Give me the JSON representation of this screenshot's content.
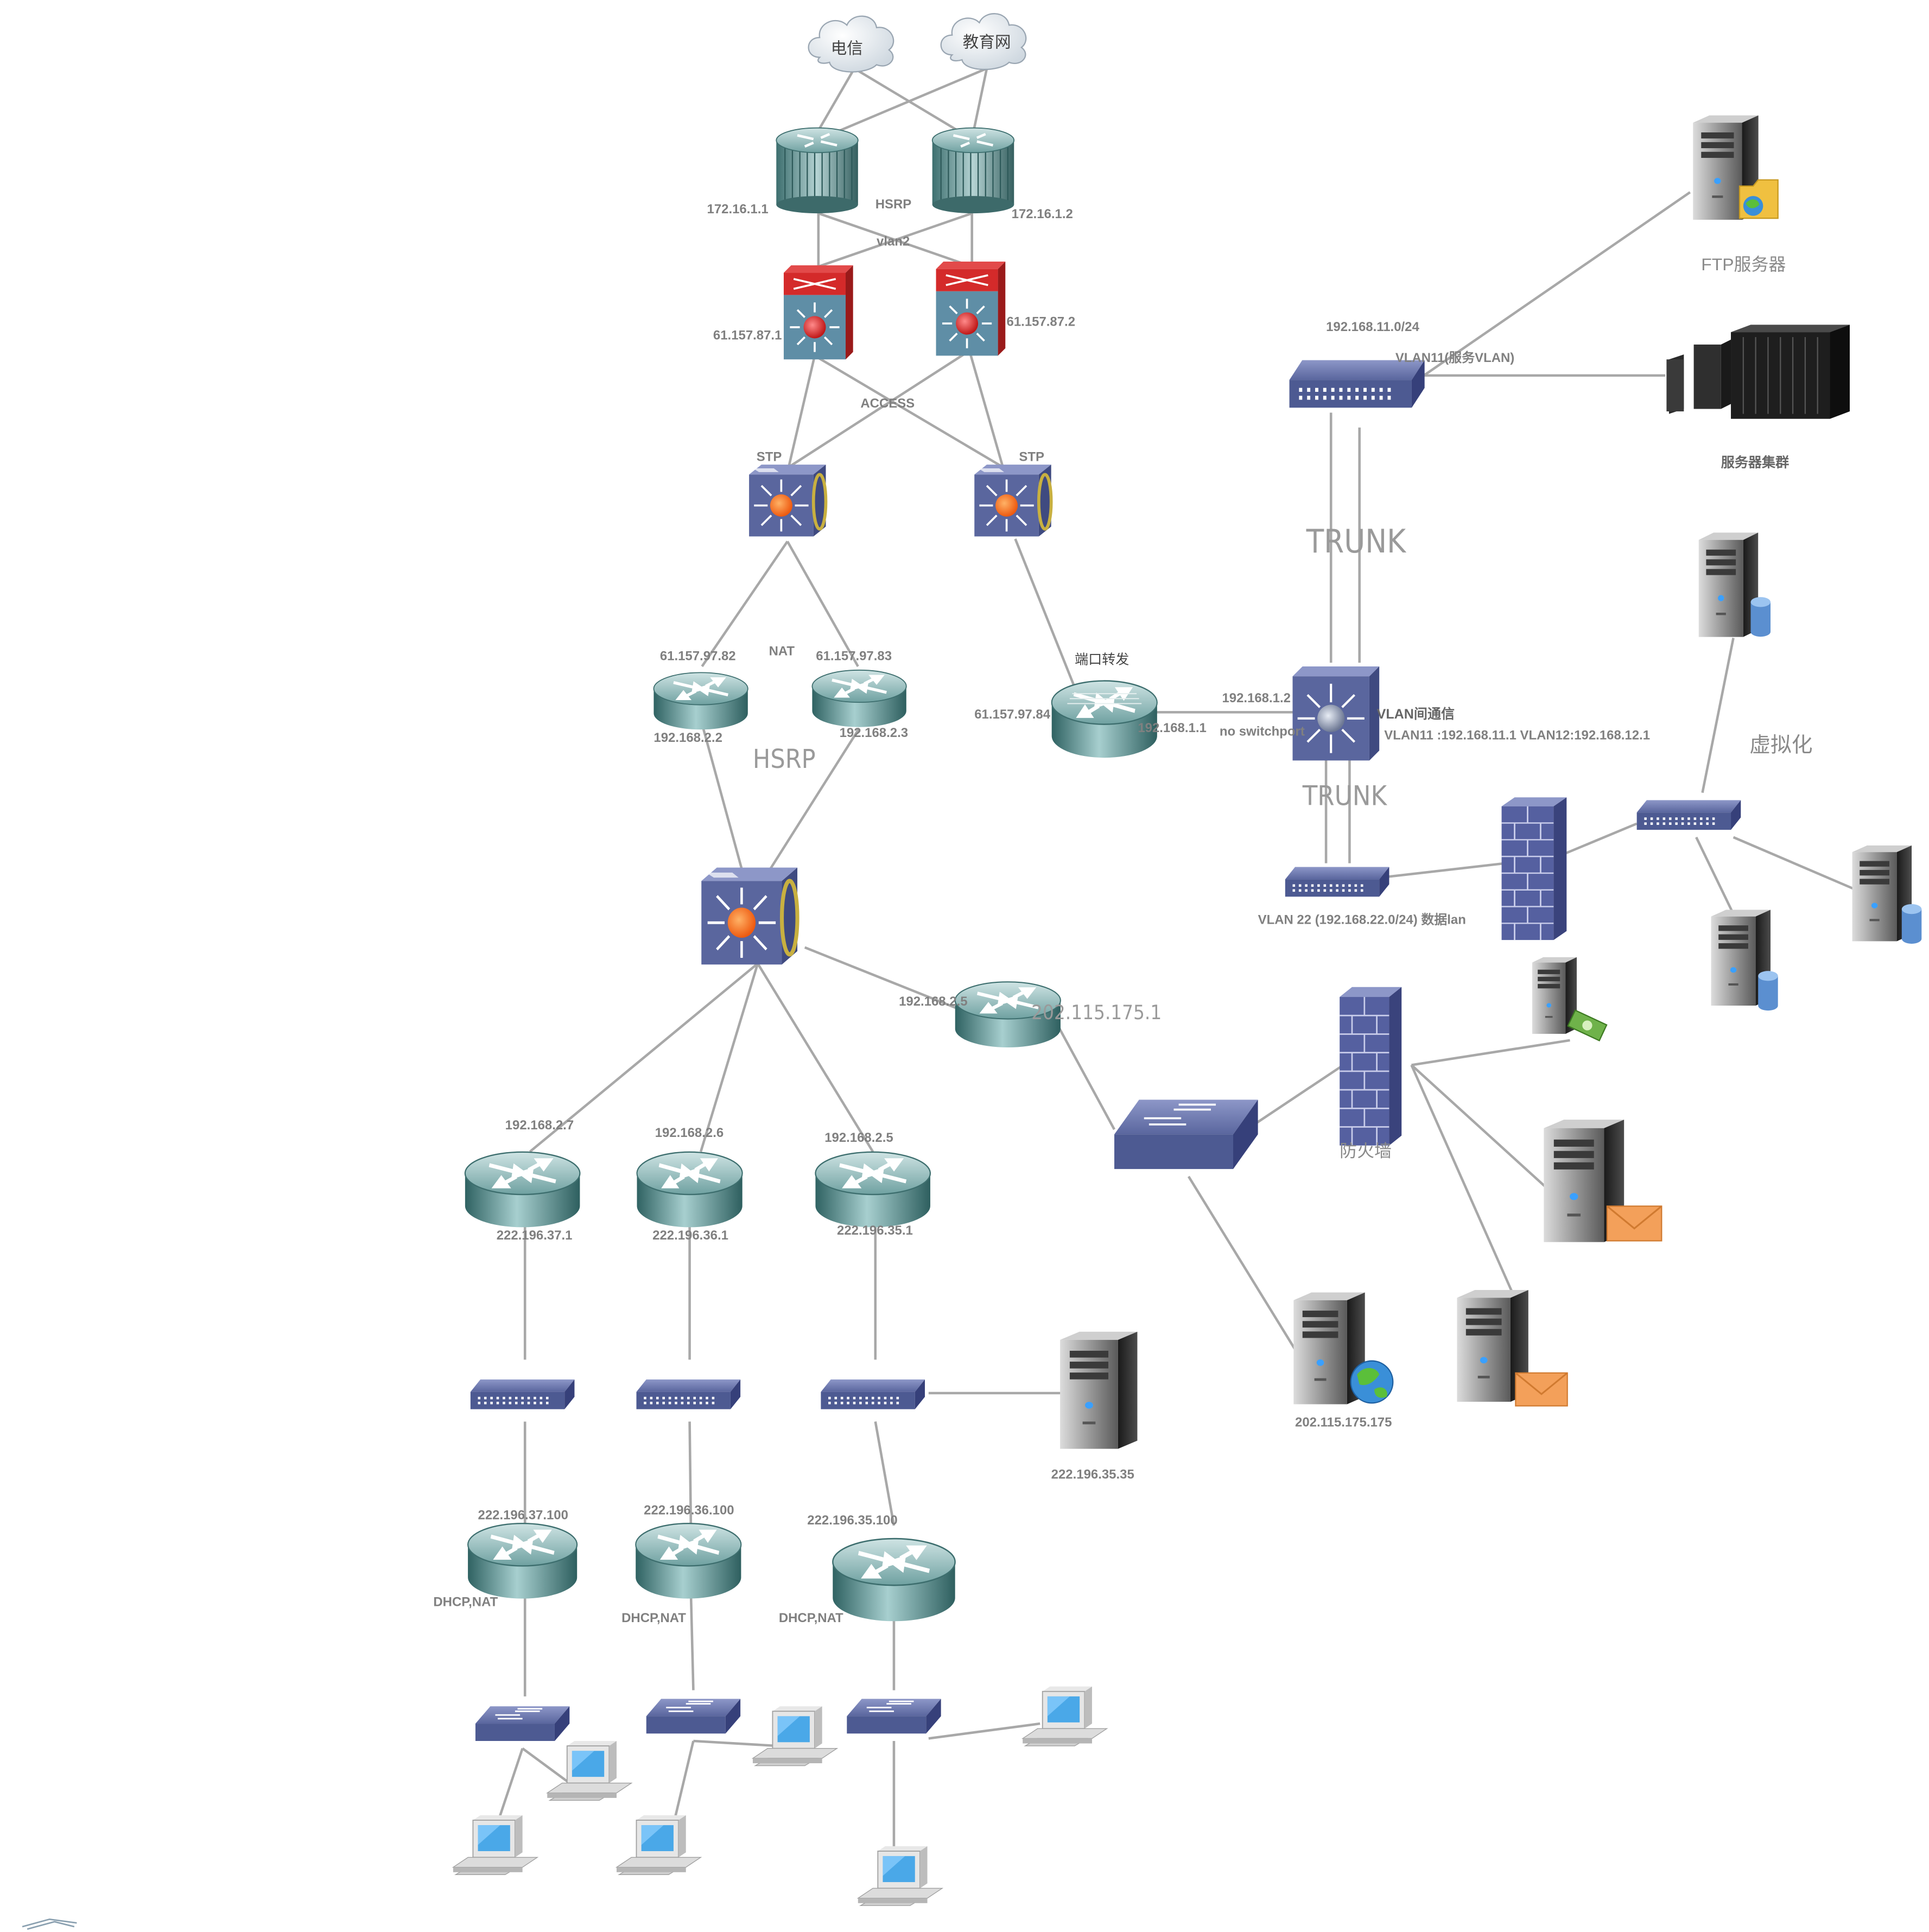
{
  "clouds": {
    "telecom": "电信",
    "edu": "教育网"
  },
  "labels": {
    "r_core1_ip": "172.16.1.1",
    "r_core2_ip": "172.16.1.2",
    "hsrp_top": "HSRP",
    "vlan2": "vlan2",
    "l3_left_ip": "61.157.87.1",
    "l3_right_ip": "61.157.87.2",
    "access": "ACCESS",
    "stp_left": "STP",
    "stp_right": "STP",
    "nat_left_ip_top": "61.157.97.82",
    "nat": "NAT",
    "nat_right_ip_top": "61.157.97.83",
    "nat_left_ip_bottom": "192.168.2.2",
    "hsrp_mid": "HSRP",
    "nat_right_ip_bottom": "192.168.2.3",
    "port_forward": "端口转发",
    "pf_ip_left": "61.157.97.84",
    "pf_ip_right": "192.168.1.1",
    "l3sw_ip": "192.168.1.2",
    "no_switchport": "no switchport",
    "vlan_comm": "VLAN间通信",
    "vlan_ips": "VLAN11 :192.168.11.1 VLAN12:192.168.12.1",
    "trunk_top": "TRUNK",
    "trunk_bottom": "TRUNK",
    "server_vlan_subnet": "192.168.11.0/24",
    "server_vlan": "VLAN11(服务VLAN)",
    "ftp_server": "FTP服务器",
    "server_cluster": "服务器集群",
    "virtualization": "虚拟化",
    "data_vlan": "VLAN 22 (192.168.22.0/24) 数据lan",
    "dmz_router_ip_left": "192.168.2.5",
    "dmz_router_ip_right": "202.115.175.1",
    "firewall": "防火墙",
    "web_server_ip": "202.115.175.175",
    "br1_top": "192.168.2.7",
    "br2_top": "192.168.2.6",
    "br3_top": "192.168.2.5",
    "br1_bottom": "222.196.37.1",
    "br2_bottom": "222.196.36.1",
    "br3_bottom": "222.196.35.1",
    "branch_server_ip": "222.196.35.35",
    "lr1_ip": "222.196.37.100",
    "lr2_ip": "222.196.36.100",
    "lr3_ip": "222.196.35.100",
    "dhcp1": "DHCP,NAT",
    "dhcp2": "DHCP,NAT",
    "dhcp3": "DHCP,NAT"
  },
  "colors": {
    "router_teal": "#5f9a9a",
    "switch_blue": "#5a6a9e",
    "l3_red": "#d42a2a",
    "firewall_blue": "#5560a0",
    "line": "#a8a8a8"
  }
}
